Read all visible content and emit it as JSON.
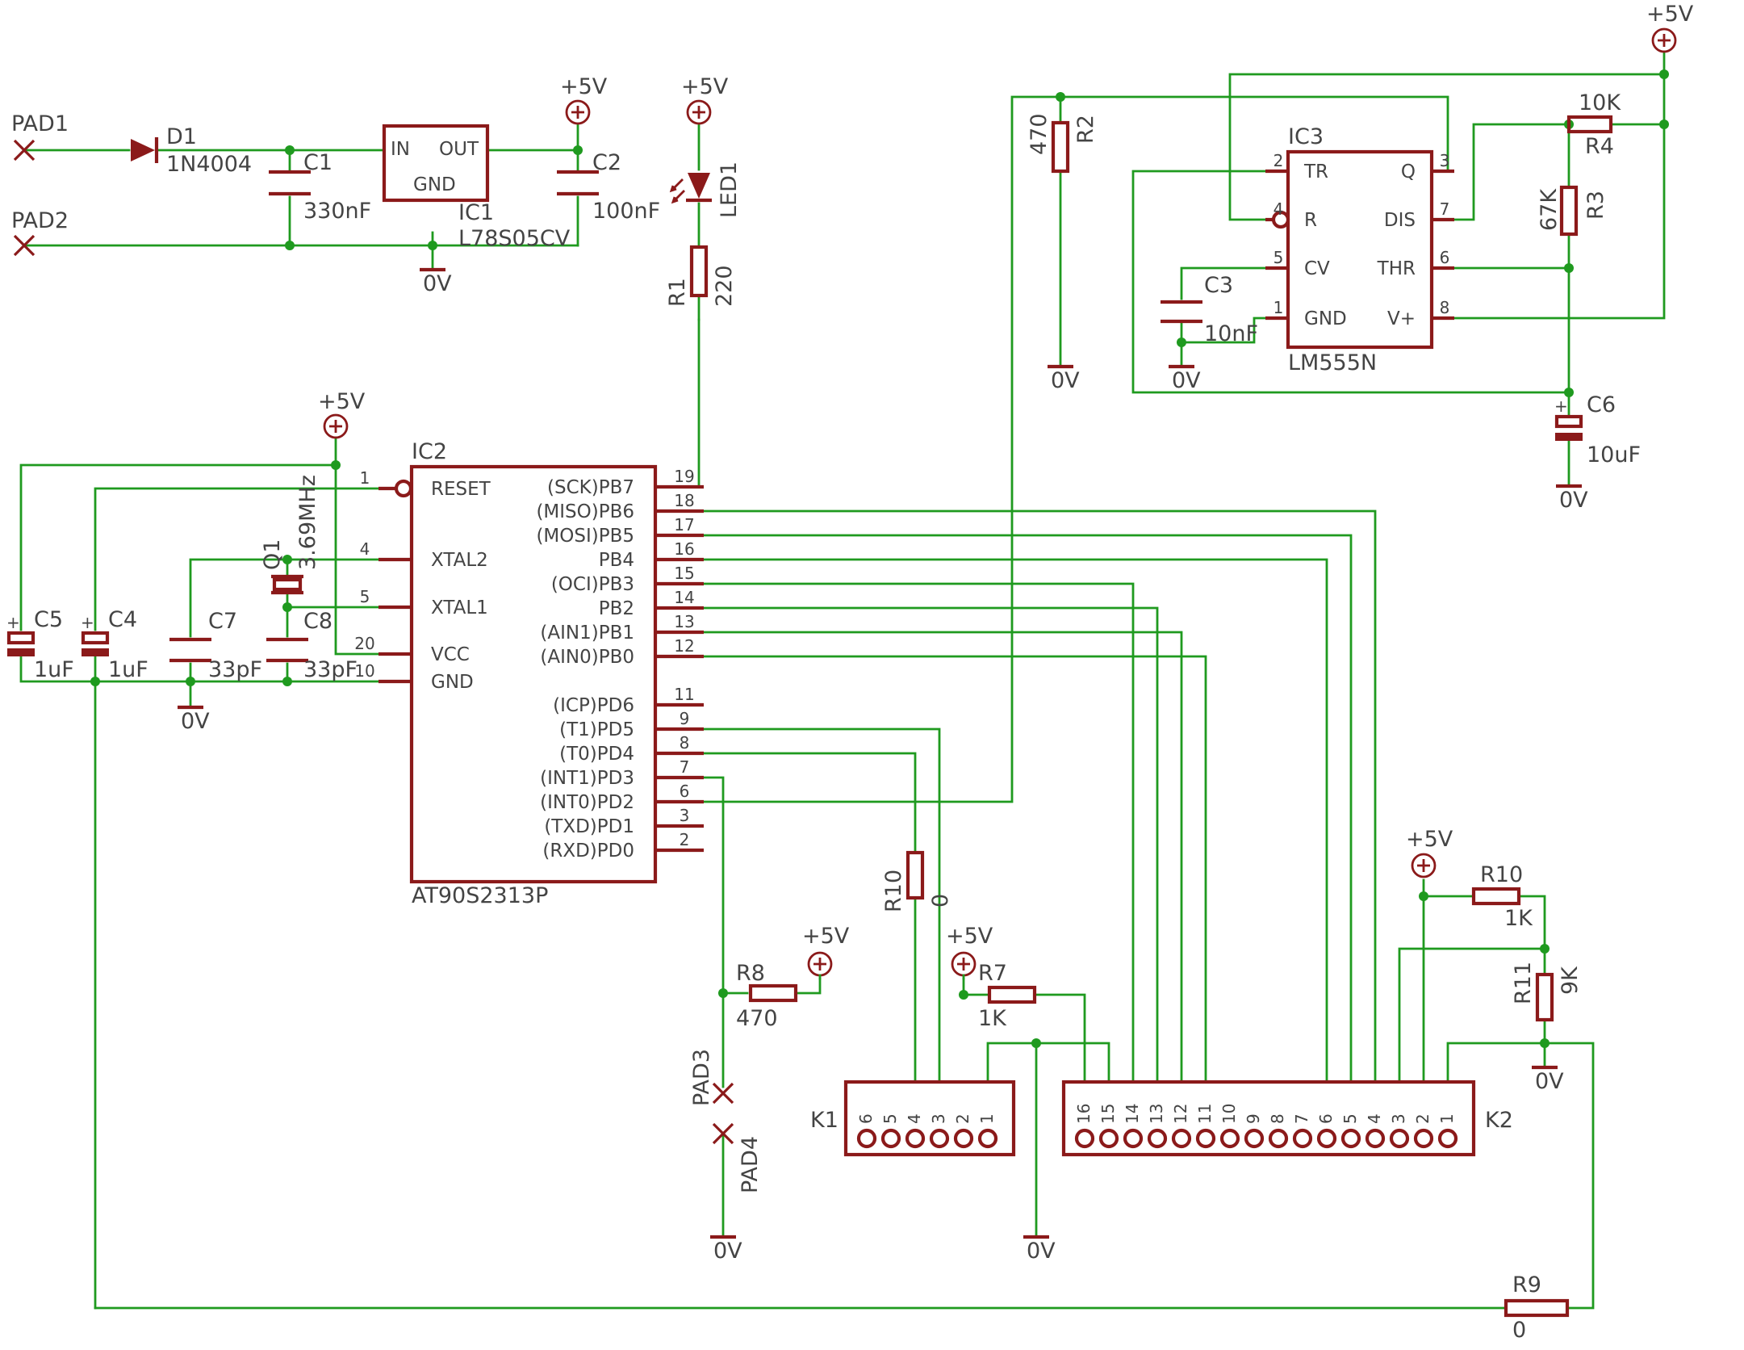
{
  "supplies": {
    "vcc": "+5V",
    "gnd": "0V"
  },
  "pads": [
    "PAD1",
    "PAD2",
    "PAD3",
    "PAD4"
  ],
  "parts": {
    "D1": {
      "name": "D1",
      "value": "1N4004"
    },
    "C1": {
      "name": "C1",
      "value": "330nF"
    },
    "C2": {
      "name": "C2",
      "value": "100nF"
    },
    "C3": {
      "name": "C3",
      "value": "10nF"
    },
    "C4": {
      "name": "C4",
      "value": "1uF"
    },
    "C5": {
      "name": "C5",
      "value": "1uF"
    },
    "C6": {
      "name": "C6",
      "value": "10uF"
    },
    "C7": {
      "name": "C7",
      "value": "33pF"
    },
    "C8": {
      "name": "C8",
      "value": "33pF"
    },
    "Q1": {
      "name": "Q1",
      "value": "3.69MHz"
    },
    "LED1": {
      "name": "LED1"
    },
    "R1": {
      "name": "R1",
      "value": "220"
    },
    "R2": {
      "name": "R2",
      "value": "470"
    },
    "R3": {
      "name": "R3",
      "value": "67K"
    },
    "R4": {
      "name": "R4",
      "value": "10K"
    },
    "R7": {
      "name": "R7",
      "value": "1K"
    },
    "R8": {
      "name": "R8",
      "value": "470"
    },
    "R9": {
      "name": "R9",
      "value": "0"
    },
    "R10a": {
      "name": "R10",
      "value": "0"
    },
    "R10b": {
      "name": "R10",
      "value": "1K"
    },
    "R11": {
      "name": "R11",
      "value": "9K"
    },
    "K1": {
      "name": "K1"
    },
    "K2": {
      "name": "K2"
    }
  },
  "ic1": {
    "name": "IC1",
    "value": "L78S05CV",
    "pins": [
      "IN",
      "OUT",
      "GND"
    ]
  },
  "ic3": {
    "name": "IC3",
    "value": "LM555N",
    "left": [
      {
        "num": "2",
        "label": "TR"
      },
      {
        "num": "4",
        "label": "R"
      },
      {
        "num": "5",
        "label": "CV"
      },
      {
        "num": "1",
        "label": "GND"
      }
    ],
    "right": [
      {
        "num": "3",
        "label": "Q"
      },
      {
        "num": "7",
        "label": "DIS"
      },
      {
        "num": "6",
        "label": "THR"
      },
      {
        "num": "8",
        "label": "V+"
      }
    ]
  },
  "ic2": {
    "name": "IC2",
    "value": "AT90S2313P",
    "left": [
      {
        "num": "1",
        "label": "RESET"
      },
      {
        "num": "4",
        "label": "XTAL2"
      },
      {
        "num": "5",
        "label": "XTAL1"
      },
      {
        "num": "20",
        "label": "VCC"
      },
      {
        "num": "10",
        "label": "GND"
      }
    ],
    "right": [
      {
        "num": "19",
        "label": "(SCK)PB7"
      },
      {
        "num": "18",
        "label": "(MISO)PB6"
      },
      {
        "num": "17",
        "label": "(MOSI)PB5"
      },
      {
        "num": "16",
        "label": "PB4"
      },
      {
        "num": "15",
        "label": "(OCI)PB3"
      },
      {
        "num": "14",
        "label": "PB2"
      },
      {
        "num": "13",
        "label": "(AIN1)PB1"
      },
      {
        "num": "12",
        "label": "(AIN0)PB0"
      },
      {
        "num": "11",
        "label": "(ICP)PD6"
      },
      {
        "num": "9",
        "label": "(T1)PD5"
      },
      {
        "num": "8",
        "label": "(T0)PD4"
      },
      {
        "num": "7",
        "label": "(INT1)PD3"
      },
      {
        "num": "6",
        "label": "(INT0)PD2"
      },
      {
        "num": "3",
        "label": "(TXD)PD1"
      },
      {
        "num": "2",
        "label": "(RXD)PD0"
      }
    ]
  },
  "k1_pins": [
    "6",
    "5",
    "4",
    "3",
    "2",
    "1"
  ],
  "k2_pins": [
    "16",
    "15",
    "14",
    "13",
    "12",
    "11",
    "10",
    "9",
    "8",
    "7",
    "6",
    "5",
    "4",
    "3",
    "2",
    "1"
  ]
}
